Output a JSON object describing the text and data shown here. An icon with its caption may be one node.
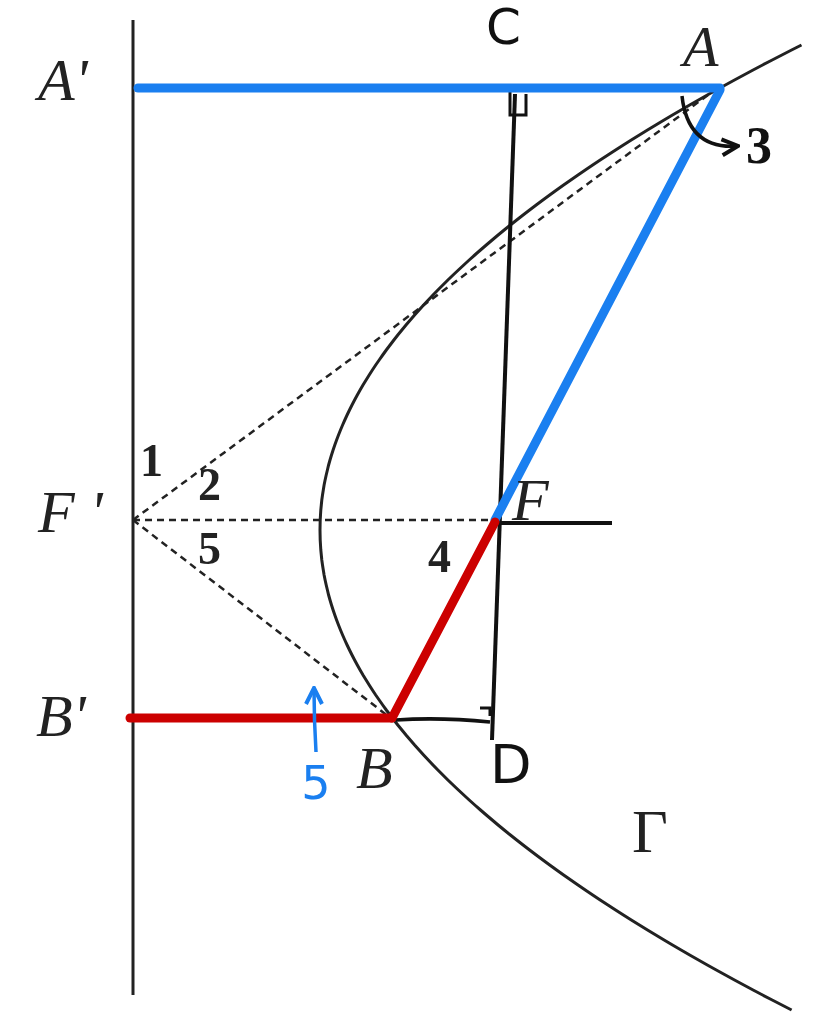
{
  "diagram": {
    "nodes": [
      {
        "text": [
          "3"
        ]
      },
      {
        "text": [
          "5"
        ]
      }
    ],
    "edges": [
      {
        "from": null,
        "to": 0,
        "arrow": "to"
      },
      {
        "from": 1,
        "to": null,
        "arrow": "to",
        "color": "#1a7ff0"
      }
    ],
    "labels": [
      "C",
      "A",
      "A'",
      "1",
      "2",
      "F '",
      "F",
      "5",
      "4",
      "B'",
      "B",
      "D",
      "Γ"
    ]
  }
}
